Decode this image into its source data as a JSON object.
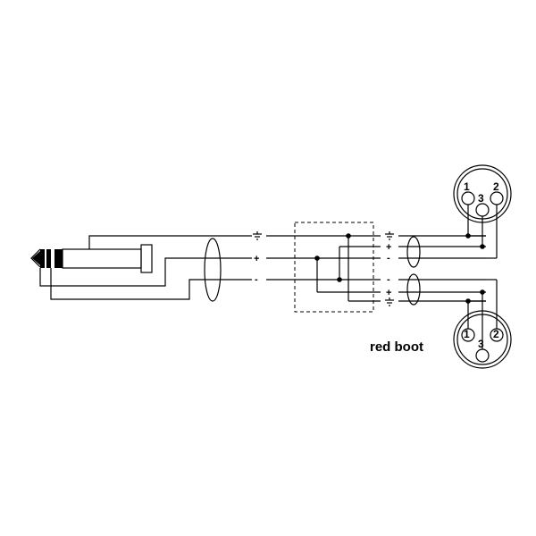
{
  "diagram": {
    "caption": "red boot",
    "signal_symbols": {
      "ground": "⏚",
      "plus": "+",
      "minus": "-"
    },
    "xlr_pins": {
      "pin1": "1",
      "pin2": "2",
      "pin3": "3"
    }
  }
}
